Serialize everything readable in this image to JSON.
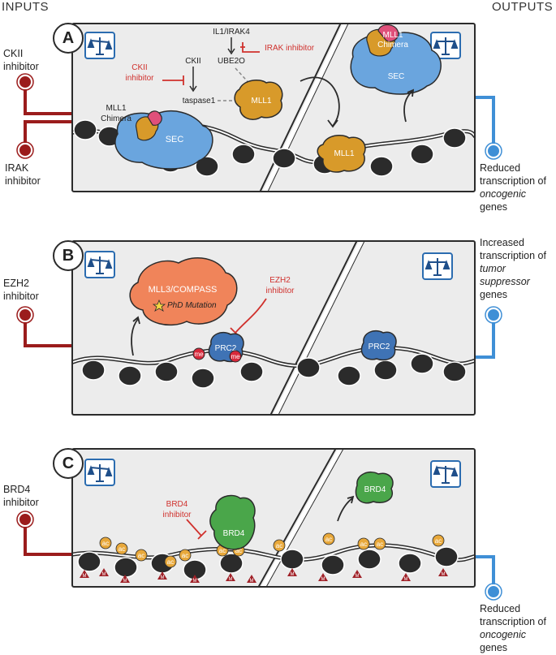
{
  "headers": {
    "inputs": "INPUTS",
    "outputs": "OUTPUTS"
  },
  "colors": {
    "input_red": "#9b1c1c",
    "output_blue": "#3f8fd6",
    "sec_blue": "#6aa5de",
    "mll1_orange": "#d89a2a",
    "chimera_pink": "#e0507a",
    "compass_orange": "#f0845a",
    "prc2_blue": "#3f73b5",
    "brd4_green": "#4aa64a",
    "panel_bg": "#ececec",
    "inhibitor_red": "#d0312d",
    "ac_yellow": "#e8a83a",
    "me_red": "#d8283a",
    "m_triangle": "#a02027"
  },
  "inputs": {
    "ckii": [
      "CKII",
      "inhibitor"
    ],
    "irak": [
      "IRAK",
      "inhibitor"
    ],
    "ezh2": [
      "EZH2",
      "inhibitor"
    ],
    "brd4": [
      "BRD4",
      "inhibitor"
    ]
  },
  "outputs": {
    "a": [
      "Reduced",
      "transcription of",
      "oncogenic",
      "genes"
    ],
    "b": [
      "Increased",
      "transcription of",
      "tumor",
      "suppressor",
      "genes"
    ],
    "c": [
      "Reduced",
      "transcription of",
      "oncogenic",
      "genes"
    ]
  },
  "panels": {
    "a": {
      "letter": "A",
      "il1": "IL1/IRAK4",
      "ube2o": "UBE2O",
      "irak_inhibitor": "IRAK inhibitor",
      "ckii": "CKII",
      "ckii_inhibitor": [
        "CKII",
        "inhibitor"
      ],
      "taspase": "taspase1",
      "mll1": "MLL1",
      "chimera_label": [
        "MLL1",
        "Chimera"
      ],
      "sec": "SEC",
      "right_mll1": "MLL1",
      "right_chimera": [
        "MLL1",
        "Chimera"
      ],
      "right_sec": "SEC"
    },
    "b": {
      "letter": "B",
      "compass": "MLL3/COMPASS",
      "phd": "PhD Mutation",
      "ezh2_inhibitor": [
        "EZH2",
        "inhibitor"
      ],
      "prc2": "PRC2",
      "me": "me",
      "right_prc2": "PRC2"
    },
    "c": {
      "letter": "C",
      "brd4_inhibitor": [
        "BRD4",
        "inhibitor"
      ],
      "brd4": "BRD4",
      "right_brd4": "BRD4",
      "ac": "ac",
      "m": "M"
    }
  }
}
